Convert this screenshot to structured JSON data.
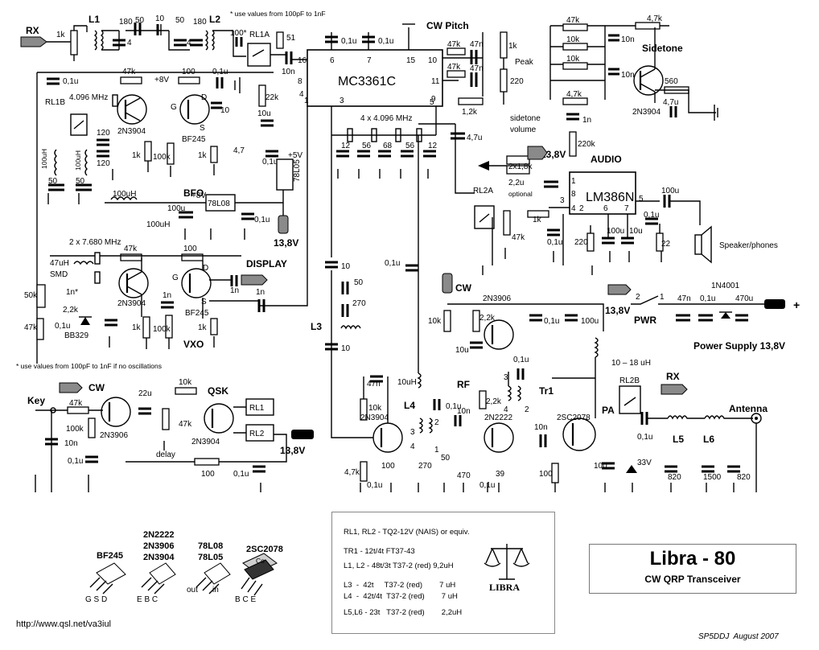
{
  "schematic": {
    "labels": {
      "rx_in": "RX",
      "l1": "L1",
      "l2": "L2",
      "note_top": "* use values from 100pF to 1nF",
      "rl1a": "RL1A",
      "cw_pitch": "CW Pitch",
      "sidetone": "Sidetone",
      "mixer_ic": "MC3361C",
      "xtal_filter": "4 x 4.096 MHz",
      "xtal_bfo": "4.096 MHz",
      "bfo": "BFO",
      "rl1b": "RL1B",
      "regulator_5v": "78L05",
      "regulator_8v": "78L08",
      "plus5": "+5V",
      "plus8a": "+8V",
      "plus8b": "+8V",
      "supply_13v8_a": "13,8V",
      "supply_13v8_b": "13,8V",
      "supply_13v8_c": "13,8V",
      "supply_13v8_d": "13,8V",
      "audio": "AUDIO",
      "amp_ic": "LM386N",
      "rl2a": "RL2A",
      "optional": "optional",
      "speaker": "Speaker/phones",
      "display": "DISPLAY",
      "vxo": "VXO",
      "xtal_vxo": "2 x 7.680 MHz",
      "smd": "SMD",
      "note_bottom": "* use values from 100pF to 1nF if no oscillations",
      "cw_a": "CW",
      "cw_b": "CW",
      "pwr": "PWR",
      "power_supply": "Power Supply 13,8V",
      "diode": "1N4001",
      "key": "Key",
      "qsk": "QSK",
      "delay": "delay",
      "rl1": "RL1",
      "rl2": "RL2",
      "l3": "L3",
      "l4": "L4",
      "l5": "L5",
      "l6": "L6",
      "rf": "RF",
      "tr1": "Tr1",
      "pa": "PA",
      "rx_out": "RX",
      "rl2b": "RL2B",
      "antenna": "Antenna",
      "choke": "10 – 18 uH",
      "peak": "Peak",
      "sidetone_volume_1": "sidetone",
      "sidetone_volume_2": "volume",
      "v33": "33V",
      "res_2x1k8": "2x1,8k"
    },
    "transistors": {
      "q1": "2N3904",
      "q2": "BF245",
      "q3": "2N3904",
      "q4": "BF245",
      "q5": "2N3906",
      "q6": "2N3906",
      "q7": "2N3904",
      "q8": "2N3904",
      "q9": "2N2222",
      "q10": "2SC2078",
      "q11": "2N3904",
      "varicap": "BB329"
    }
  },
  "parts_list": {
    "lines": [
      "RL1, RL2 - TQ2-12V (NAIS) or equiv.",
      "TR1 - 12t/4t  FT37-43",
      "L1, L2 - 48t/3t T37-2 (red) 9,2uH",
      "L3  -  42t     T37-2 (red)        7 uH",
      "L4  -  42t/4t  T37-2 (red)        7 uH",
      "L5,L6 - 23t   T37-2 (red)        2,2uH"
    ],
    "logo_text": "LIBRA"
  },
  "pinouts": [
    {
      "type": "BF245",
      "pins": "G S D"
    },
    {
      "type": "2N2222",
      "type2": "2N3906",
      "type3": "2N3904",
      "pins": "E B C"
    },
    {
      "type": "78L08",
      "type2": "78L05",
      "pins_out": "out",
      "pins_in": "in"
    },
    {
      "type": "2SC2078",
      "pins": "B C E",
      "tab": "Co"
    }
  ],
  "title_block": {
    "title": "Libra - 80",
    "subtitle": "CW QRP Transceiver"
  },
  "footer": {
    "url": "http://www.qsl.net/va3iul",
    "author": "SP5DDJ  August 2007"
  },
  "colors": {
    "ink": "#000000",
    "terminal_grey": "#8a8a8a",
    "box_border": "#888888"
  }
}
